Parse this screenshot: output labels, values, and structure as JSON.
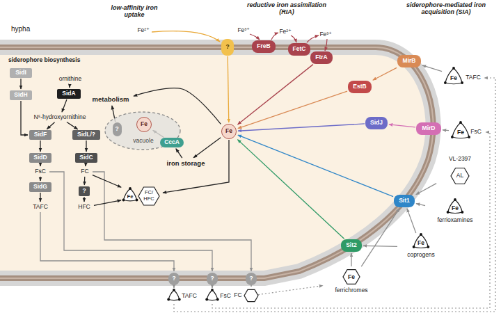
{
  "diagram": {
    "nodes": [
      {
        "text": [
          "SidI"
        ]
      },
      {
        "text": [
          "SidH"
        ]
      },
      {
        "text": [
          "ornithine"
        ]
      },
      {
        "text": [
          "SidA"
        ]
      },
      {
        "text": [
          "N⁵-hydroxyornithine"
        ]
      },
      {
        "text": [
          "SidF"
        ]
      },
      {
        "text": [
          "SidL/?"
        ]
      },
      {
        "text": [
          "SidD"
        ]
      },
      {
        "text": [
          "SidC"
        ]
      },
      {
        "text": [
          "FsC"
        ]
      },
      {
        "text": [
          "FC"
        ]
      },
      {
        "text": [
          "SidG"
        ]
      },
      {
        "text": [
          "?"
        ]
      },
      {
        "text": [
          "TAFC"
        ]
      },
      {
        "text": [
          "HFC"
        ]
      },
      {
        "text": [
          "metabolism"
        ]
      },
      {
        "text": [
          "vacuole"
        ]
      },
      {
        "text": [
          "?"
        ],
        "in": 16
      },
      {
        "text": [
          "Fe"
        ],
        "in": 16
      },
      {
        "text": [
          "CccA"
        ]
      },
      {
        "text": [
          "iron storage"
        ]
      },
      {
        "text": [
          "Fe"
        ]
      },
      {
        "text": [
          "Fe",
          "FC/ HFC"
        ]
      },
      {
        "text": [
          "?"
        ]
      },
      {
        "text": [
          "FreB"
        ]
      },
      {
        "text": [
          "FetC"
        ]
      },
      {
        "text": [
          "FtrA"
        ]
      },
      {
        "text": [
          "MirB"
        ]
      },
      {
        "text": [
          "EstB"
        ]
      },
      {
        "text": [
          "MirD"
        ]
      },
      {
        "text": [
          "SidJ"
        ]
      },
      {
        "text": [
          "Sit1"
        ]
      },
      {
        "text": [
          "Sit2"
        ]
      },
      {
        "text": [
          "?"
        ]
      },
      {
        "text": [
          "?"
        ]
      },
      {
        "text": [
          "?"
        ]
      },
      {
        "text": [
          "TAFC"
        ]
      },
      {
        "text": [
          "FsC"
        ]
      },
      {
        "text": [
          "FC"
        ]
      },
      {
        "text": [
          "Fe",
          "TAFC"
        ]
      },
      {
        "text": [
          "Fe",
          "FsC"
        ]
      },
      {
        "text": [
          "VL-2397",
          "AL"
        ]
      },
      {
        "text": [
          "Fe",
          "ferrioxamines"
        ]
      },
      {
        "text": [
          "Fe",
          "ferrichromes"
        ]
      },
      {
        "text": [
          "Fe",
          "coprogens"
        ]
      }
    ],
    "edges": [
      {
        "from": 0,
        "to": 1,
        "arrow": "to"
      },
      {
        "from": 1,
        "to": 5,
        "arrow": "to"
      },
      {
        "from": 2,
        "to": 3,
        "arrow": "to"
      },
      {
        "from": 3,
        "to": 4,
        "arrow": "to"
      },
      {
        "from": 4,
        "to": 5,
        "arrow": "to"
      },
      {
        "from": 4,
        "to": 6,
        "arrow": "to"
      },
      {
        "from": 5,
        "to": 7,
        "arrow": "to"
      },
      {
        "from": 7,
        "to": 9,
        "arrow": "to"
      },
      {
        "from": 9,
        "to": 11,
        "arrow": "to"
      },
      {
        "from": 11,
        "to": 13,
        "arrow": "to"
      },
      {
        "from": 6,
        "to": 8,
        "arrow": "to"
      },
      {
        "from": 8,
        "to": 10,
        "arrow": "to"
      },
      {
        "from": 10,
        "to": 12,
        "arrow": "to"
      },
      {
        "from": 12,
        "to": 14,
        "arrow": "to"
      },
      {
        "from": 13,
        "to": 33,
        "arrow": "to"
      },
      {
        "from": 9,
        "to": 34,
        "arrow": "to"
      },
      {
        "from": 10,
        "to": 35,
        "arrow": "to"
      },
      {
        "from": 33,
        "to": 36,
        "arrow": "to"
      },
      {
        "from": 34,
        "to": 37,
        "arrow": "to"
      },
      {
        "from": 35,
        "to": 38,
        "arrow": "to"
      },
      {
        "from": 10,
        "to": 22,
        "arrow": "to"
      },
      {
        "from": 14,
        "to": 22,
        "arrow": "to"
      },
      {
        "from": 21,
        "to": 22,
        "arrow": "to"
      },
      {
        "from": 21,
        "to": 15,
        "arrow": "to"
      },
      {
        "from": 17,
        "to": 15,
        "arrow": "to"
      },
      {
        "from": 21,
        "to": 20,
        "arrow": "to"
      },
      {
        "from": 20,
        "to": 19,
        "arrow": "to"
      },
      {
        "from": 19,
        "to": 18,
        "arrow": "to"
      },
      {
        "from": 23,
        "to": 21,
        "arrow": "to"
      },
      {
        "from": 26,
        "to": 21,
        "arrow": "to"
      },
      {
        "from": 27,
        "to": 28,
        "arrow": "to"
      },
      {
        "from": 28,
        "to": 21,
        "arrow": "to"
      },
      {
        "from": 29,
        "to": 30,
        "arrow": "to"
      },
      {
        "from": 30,
        "to": 21,
        "arrow": "to"
      },
      {
        "from": 31,
        "to": 21,
        "arrow": "to"
      },
      {
        "from": 32,
        "to": 21,
        "arrow": "to"
      },
      {
        "from": 39,
        "to": 27,
        "arrow": "to"
      },
      {
        "from": 40,
        "to": 29,
        "arrow": "to"
      },
      {
        "from": 41,
        "to": 31,
        "arrow": "to"
      },
      {
        "from": 42,
        "to": 31,
        "arrow": "to"
      },
      {
        "from": 43,
        "to": 31,
        "arrow": "to"
      },
      {
        "from": 43,
        "to": 32,
        "arrow": "to"
      },
      {
        "from": 44,
        "to": 31,
        "arrow": "to"
      },
      {
        "from": 44,
        "to": 32,
        "arrow": "to"
      },
      {
        "from": 36,
        "to": 39,
        "arrow": "to"
      },
      {
        "from": 37,
        "to": 40,
        "arrow": "to"
      },
      {
        "from": 38,
        "to": 43,
        "arrow": "to"
      }
    ],
    "labels": [
      "hypha",
      "low-affinity iron uptake",
      "Fe²⁺",
      "reductive iron assimilation (RIA)",
      "Fe³⁺",
      "Fe²⁺",
      "Fe³⁺",
      "siderophore-mediated iron acquisition (SIA)",
      "siderophore biosynthesis"
    ]
  }
}
